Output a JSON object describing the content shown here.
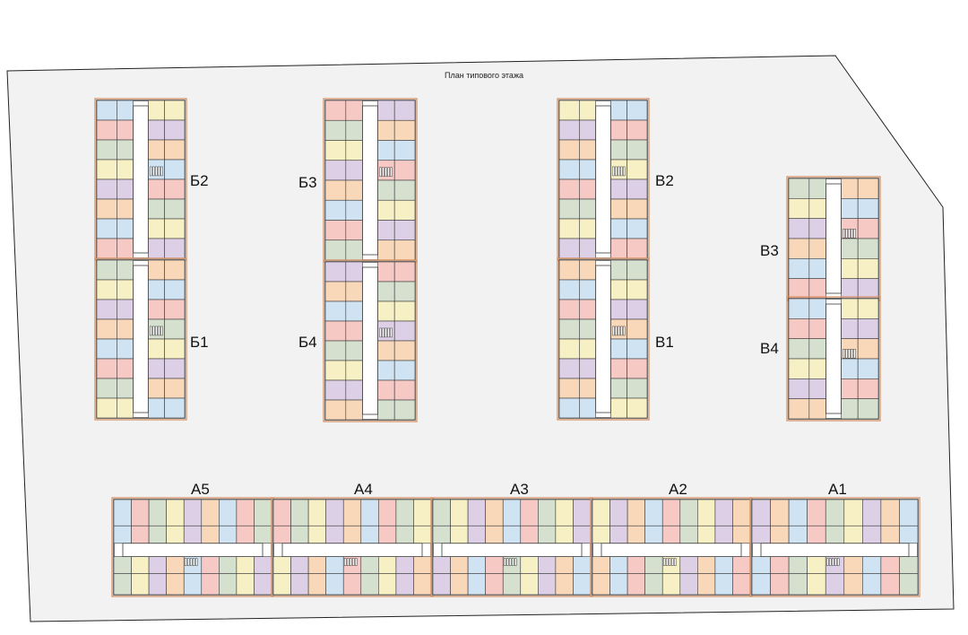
{
  "plan": {
    "title": "План типового этажа"
  },
  "colors": {
    "site_fill": "#f2f2f2",
    "site_stroke": "#222222",
    "wall": "#3a3a3a",
    "corridor": "#ffffff",
    "outline": "#d48a5a",
    "apartment_palette": [
      "#cfe3f3",
      "#f6c9c4",
      "#d5e0cf",
      "#f7f0c4",
      "#dccfe6",
      "#f8d8b8"
    ]
  },
  "buildings": {
    "B2": "Б2",
    "B1": "Б1",
    "B3": "Б3",
    "B4": "Б4",
    "V2": "В2",
    "V1": "В1",
    "V3": "В3",
    "V4": "В4",
    "A5": "А5",
    "A4": "А4",
    "A3": "А3",
    "A2": "А2",
    "A1": "А1"
  }
}
